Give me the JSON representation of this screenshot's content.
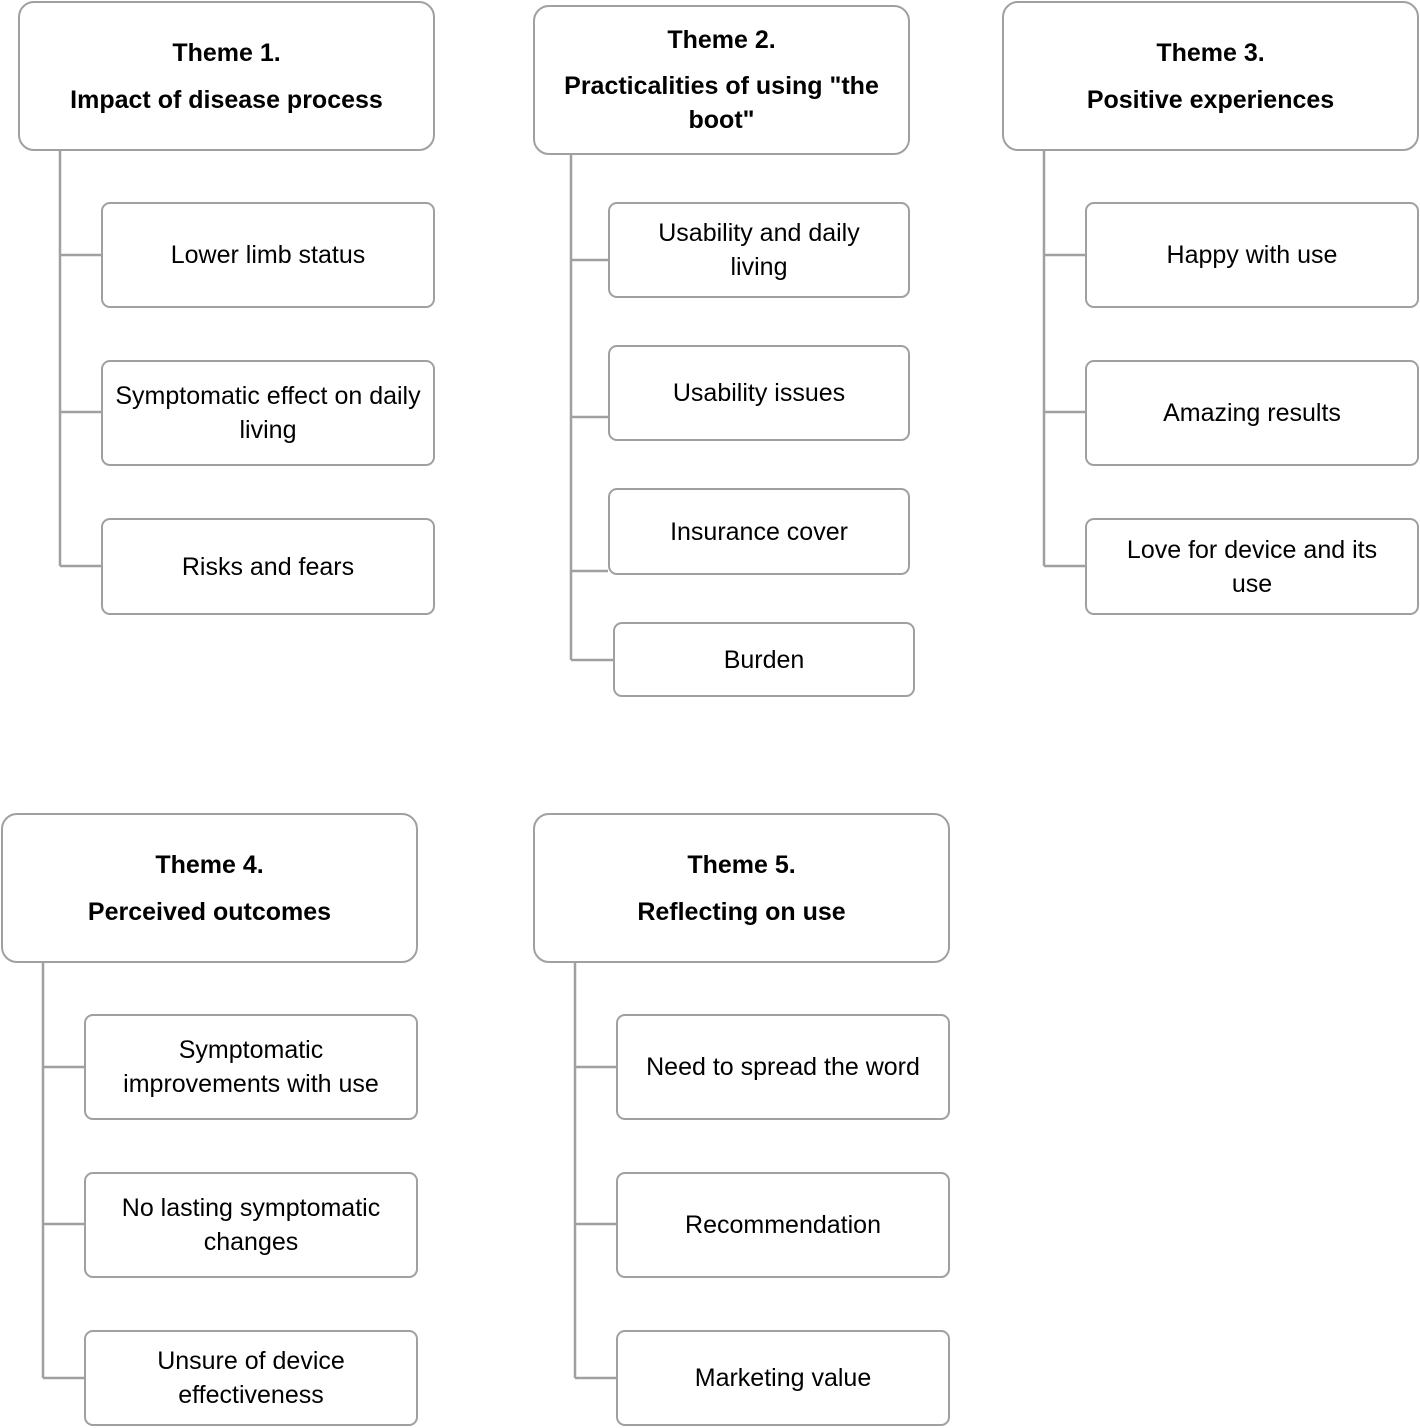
{
  "theme1": {
    "number": "Theme 1.",
    "title": "Impact of disease process",
    "subthemes": [
      "Lower limb status",
      "Symptomatic effect on daily living",
      "Risks and fears"
    ]
  },
  "theme2": {
    "number": "Theme 2.",
    "title": "Practicalities of using \"the boot\"",
    "subthemes": [
      "Usability and daily living",
      "Usability issues",
      "Insurance cover",
      "Burden"
    ]
  },
  "theme3": {
    "number": "Theme 3.",
    "title": "Positive experiences",
    "subthemes": [
      "Happy with use",
      "Amazing results",
      "Love for device and its use"
    ]
  },
  "theme4": {
    "number": "Theme 4.",
    "title": "Perceived outcomes",
    "subthemes": [
      "Symptomatic improvements with use",
      "No lasting symptomatic changes",
      "Unsure of device effectiveness"
    ]
  },
  "theme5": {
    "number": "Theme 5.",
    "title": "Reflecting on use",
    "subthemes": [
      "Need to spread the word",
      "Recommendation",
      "Marketing value"
    ]
  }
}
